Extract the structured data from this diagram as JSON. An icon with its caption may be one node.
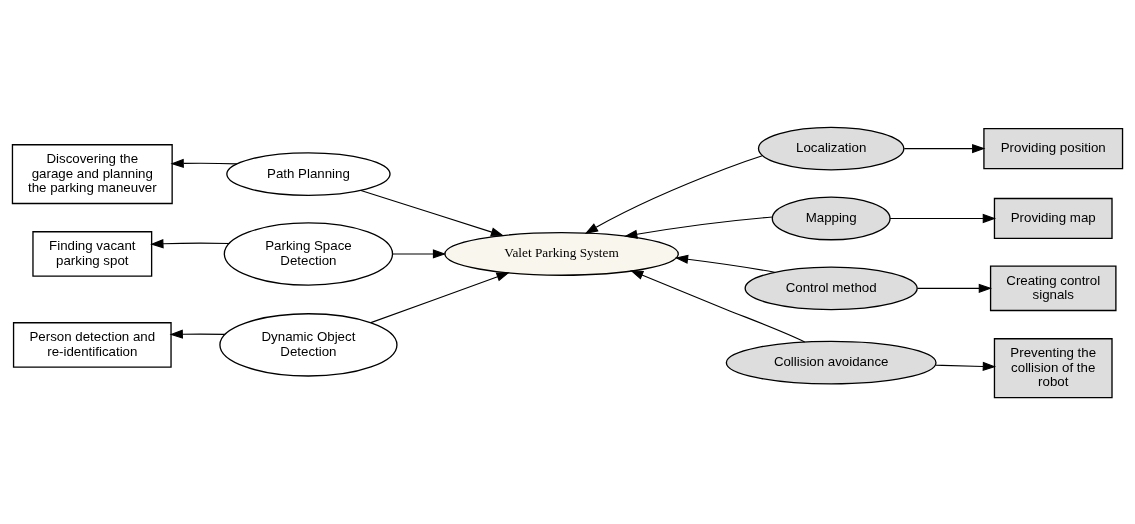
{
  "diagram": {
    "nodes": [
      {
        "text": [
          "Valet Parking System"
        ]
      },
      {
        "text": [
          "Path Planning"
        ]
      },
      {
        "text": [
          "Discovering the garage and planning the parking maneuver"
        ]
      },
      {
        "text": [
          "Parking Space Detection"
        ]
      },
      {
        "text": [
          "Finding vacant parking spot"
        ]
      },
      {
        "text": [
          "Dynamic Object Detection"
        ]
      },
      {
        "text": [
          "Person detection and re-identification"
        ]
      },
      {
        "text": [
          "Localization"
        ]
      },
      {
        "text": [
          "Providing position"
        ]
      },
      {
        "text": [
          "Mapping"
        ]
      },
      {
        "text": [
          "Providing map"
        ]
      },
      {
        "text": [
          "Control method"
        ]
      },
      {
        "text": [
          "Creating control signals"
        ]
      },
      {
        "text": [
          "Collision avoidance"
        ]
      },
      {
        "text": [
          "Preventing the collision of the robot"
        ]
      }
    ],
    "edges": [
      {
        "from": 1,
        "to": 2,
        "arrow": "to"
      },
      {
        "from": 1,
        "to": 0,
        "arrow": "to"
      },
      {
        "from": 3,
        "to": 4,
        "arrow": "to"
      },
      {
        "from": 3,
        "to": 0,
        "arrow": "to"
      },
      {
        "from": 5,
        "to": 6,
        "arrow": "to"
      },
      {
        "from": 5,
        "to": 0,
        "arrow": "to"
      },
      {
        "from": 7,
        "to": 0,
        "arrow": "to"
      },
      {
        "from": 7,
        "to": 8,
        "arrow": "to"
      },
      {
        "from": 9,
        "to": 0,
        "arrow": "to"
      },
      {
        "from": 9,
        "to": 10,
        "arrow": "to"
      },
      {
        "from": 11,
        "to": 0,
        "arrow": "to"
      },
      {
        "from": 11,
        "to": 12,
        "arrow": "to"
      },
      {
        "from": 13,
        "to": 0,
        "arrow": "to"
      },
      {
        "from": 13,
        "to": 14,
        "arrow": "to"
      }
    ]
  }
}
